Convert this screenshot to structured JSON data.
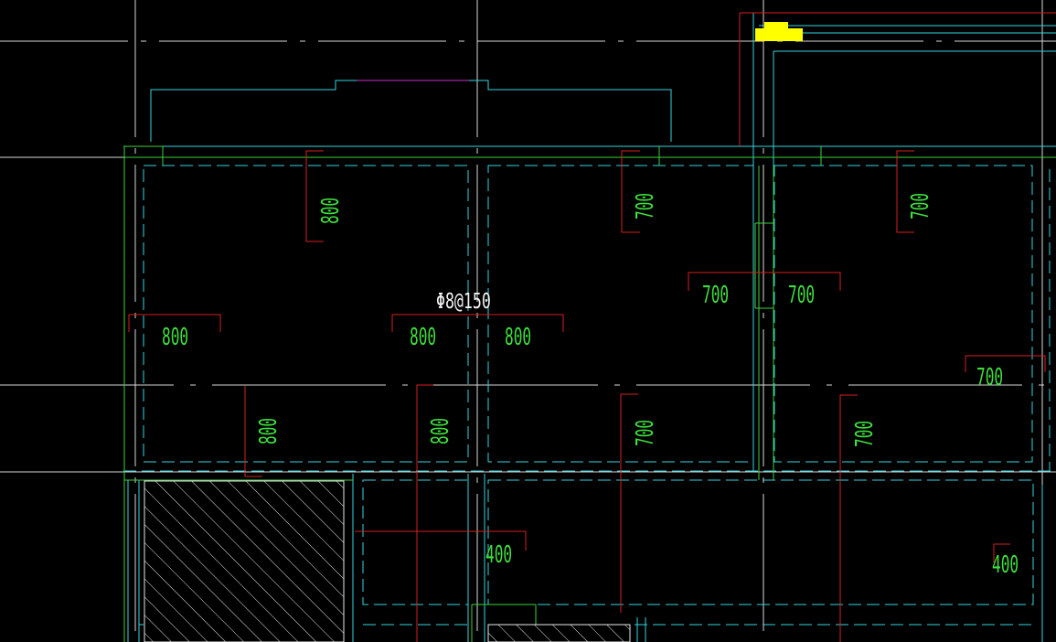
{
  "colors": {
    "background": "#000000",
    "grid": "#d9d9d9",
    "cyan": "#33d6e0",
    "green": "#3ecf3e",
    "red": "#d62020",
    "magenta": "#cc33cc",
    "yellow": "#ffff00",
    "label_green": "#3ee03e",
    "label_white": "#f2f2f2"
  },
  "note": {
    "text": "Φ8@150"
  },
  "dimensions": [
    {
      "text": "800"
    },
    {
      "text": "700"
    },
    {
      "text": "700"
    },
    {
      "text": "700"
    },
    {
      "text": "700"
    },
    {
      "text": "800"
    },
    {
      "text": "800"
    },
    {
      "text": "800"
    },
    {
      "text": "700"
    },
    {
      "text": "800"
    },
    {
      "text": "800"
    },
    {
      "text": "700"
    },
    {
      "text": "700"
    },
    {
      "text": "400"
    },
    {
      "text": "400"
    }
  ]
}
